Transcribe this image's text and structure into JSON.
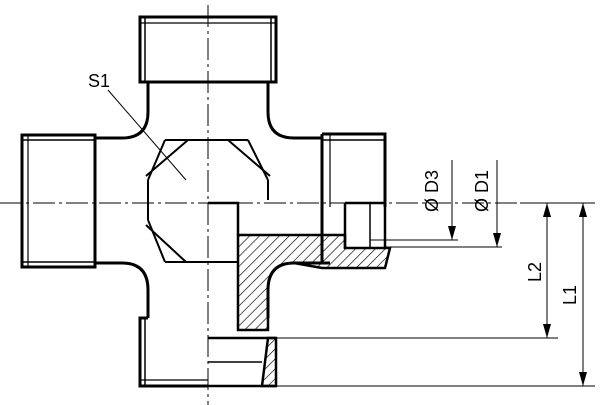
{
  "labels": {
    "s1": "S1",
    "d3": "Ø D3",
    "d1": "Ø D1",
    "l2": "L2",
    "l1": "L1"
  },
  "colors": {
    "line": "#000000",
    "background": "#ffffff"
  }
}
